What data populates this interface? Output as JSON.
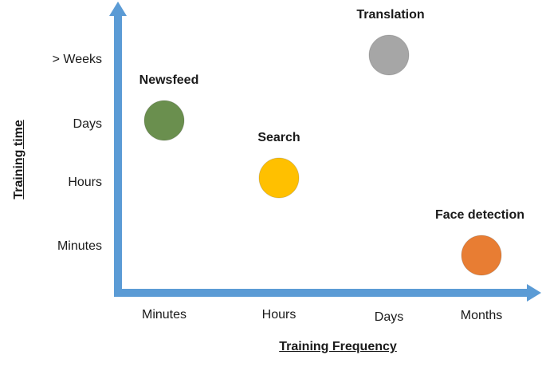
{
  "chart_data": {
    "type": "scatter",
    "title": "",
    "xlabel": "Training Frequency",
    "ylabel": "Training time",
    "x_categories": [
      "Minutes",
      "Hours",
      "Days",
      "Months"
    ],
    "y_categories": [
      "Minutes",
      "Hours",
      "Days",
      "> Weeks"
    ],
    "points": [
      {
        "label": "Newsfeed",
        "x": "Minutes",
        "y": "Days",
        "color": "#6a8f4e"
      },
      {
        "label": "Search",
        "x": "Hours",
        "y": "Hours",
        "color": "#ffc000"
      },
      {
        "label": "Translation",
        "x": "Days",
        "y": "> Weeks",
        "color": "#a6a6a6"
      },
      {
        "label": "Face detection",
        "x": "Months",
        "y": "Minutes",
        "color": "#e87d33"
      }
    ],
    "axis_color": "#5b9bd5",
    "grid": false,
    "legend": "none"
  }
}
